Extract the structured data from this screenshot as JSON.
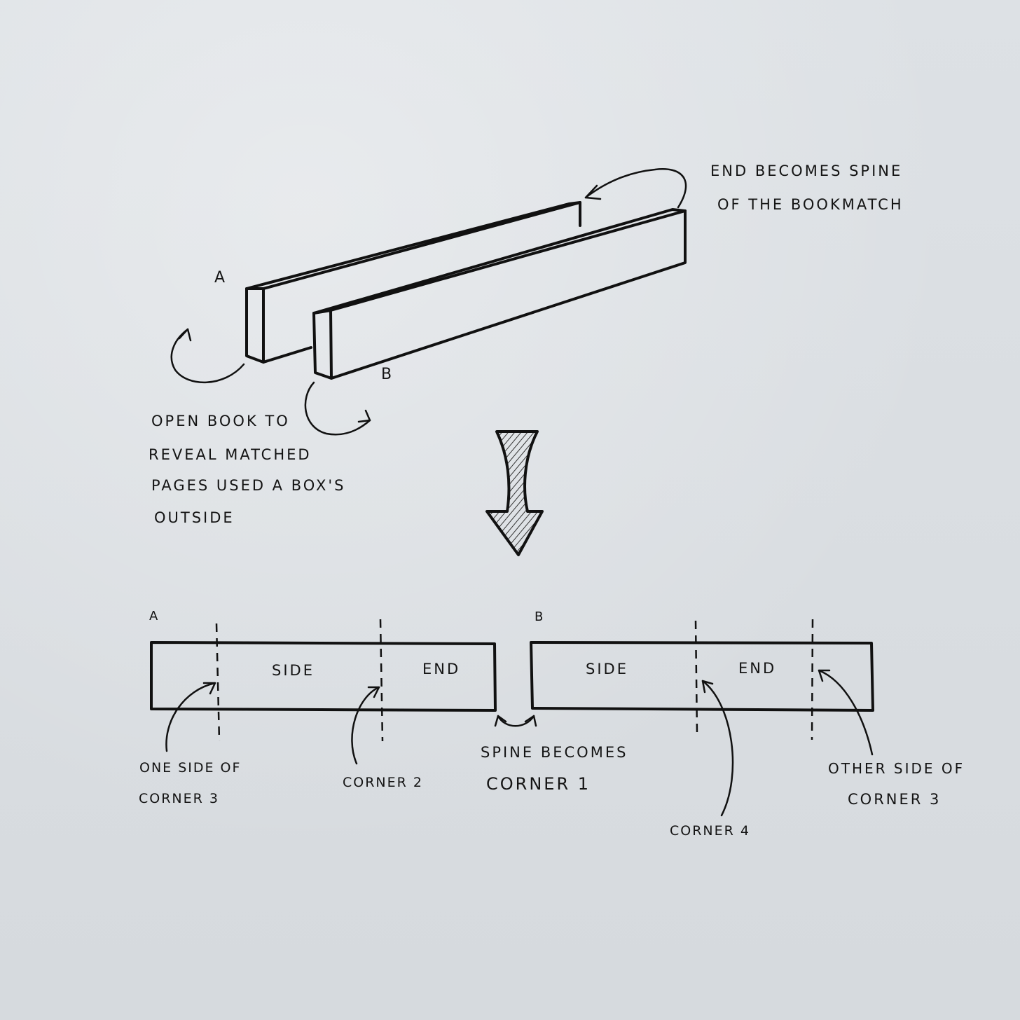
{
  "top_diagram": {
    "label_a": "A",
    "label_b": "B",
    "end_note": [
      "END BECOMES SPINE",
      "OF THE BOOKMATCH"
    ],
    "open_note": [
      "OPEN BOOK TO",
      "REVEAL MATCHED",
      "PAGES USED A  BOX'S",
      "OUTSIDE"
    ]
  },
  "bottom_diagram": {
    "label_a": "A",
    "label_b": "B",
    "board_a": {
      "side": "SIDE",
      "end": "END"
    },
    "board_b": {
      "side": "SIDE",
      "end": "END"
    },
    "notes": {
      "corner3_left": [
        "ONE SIDE OF",
        "CORNER 3"
      ],
      "corner2": "CORNER 2",
      "spine": [
        "SPINE BECOMES",
        "CORNER 1"
      ],
      "corner4": "CORNER 4",
      "corner3_right": [
        "OTHER SIDE OF",
        "CORNER 3"
      ]
    }
  }
}
